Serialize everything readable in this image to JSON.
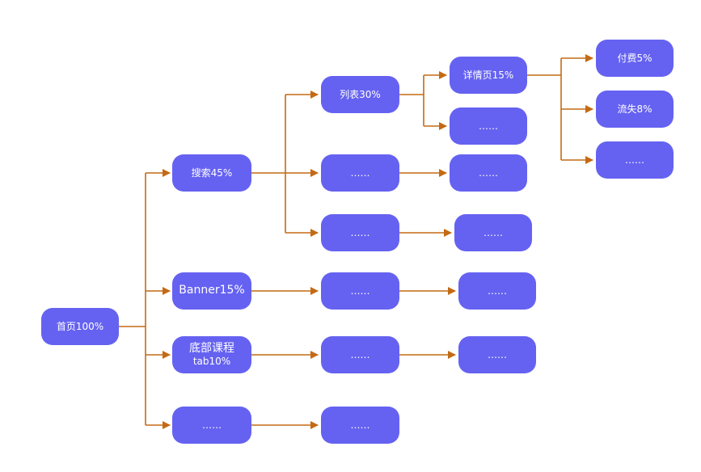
{
  "nodes": {
    "home": "首页100%",
    "search": "搜索45%",
    "banner": "Banner15%",
    "bottom_tab_line1": "底部课程",
    "bottom_tab_line2": "tab10%",
    "level1_more": "……",
    "list": "列表30%",
    "search_more_1": "……",
    "search_more_2": "……",
    "banner_next": "……",
    "bottom_next": "……",
    "level1_more_next": "……",
    "detail": "详情页15%",
    "list_more": "……",
    "search_more_1_next": "……",
    "search_more_2_next": "……",
    "banner_next_next": "……",
    "bottom_next_next": "……",
    "pay": "付费5%",
    "churn": "流失8%",
    "detail_more": "……"
  },
  "colors": {
    "node_fill": "#6562f1",
    "node_text": "#ffffff",
    "connector": "#c46a14"
  }
}
